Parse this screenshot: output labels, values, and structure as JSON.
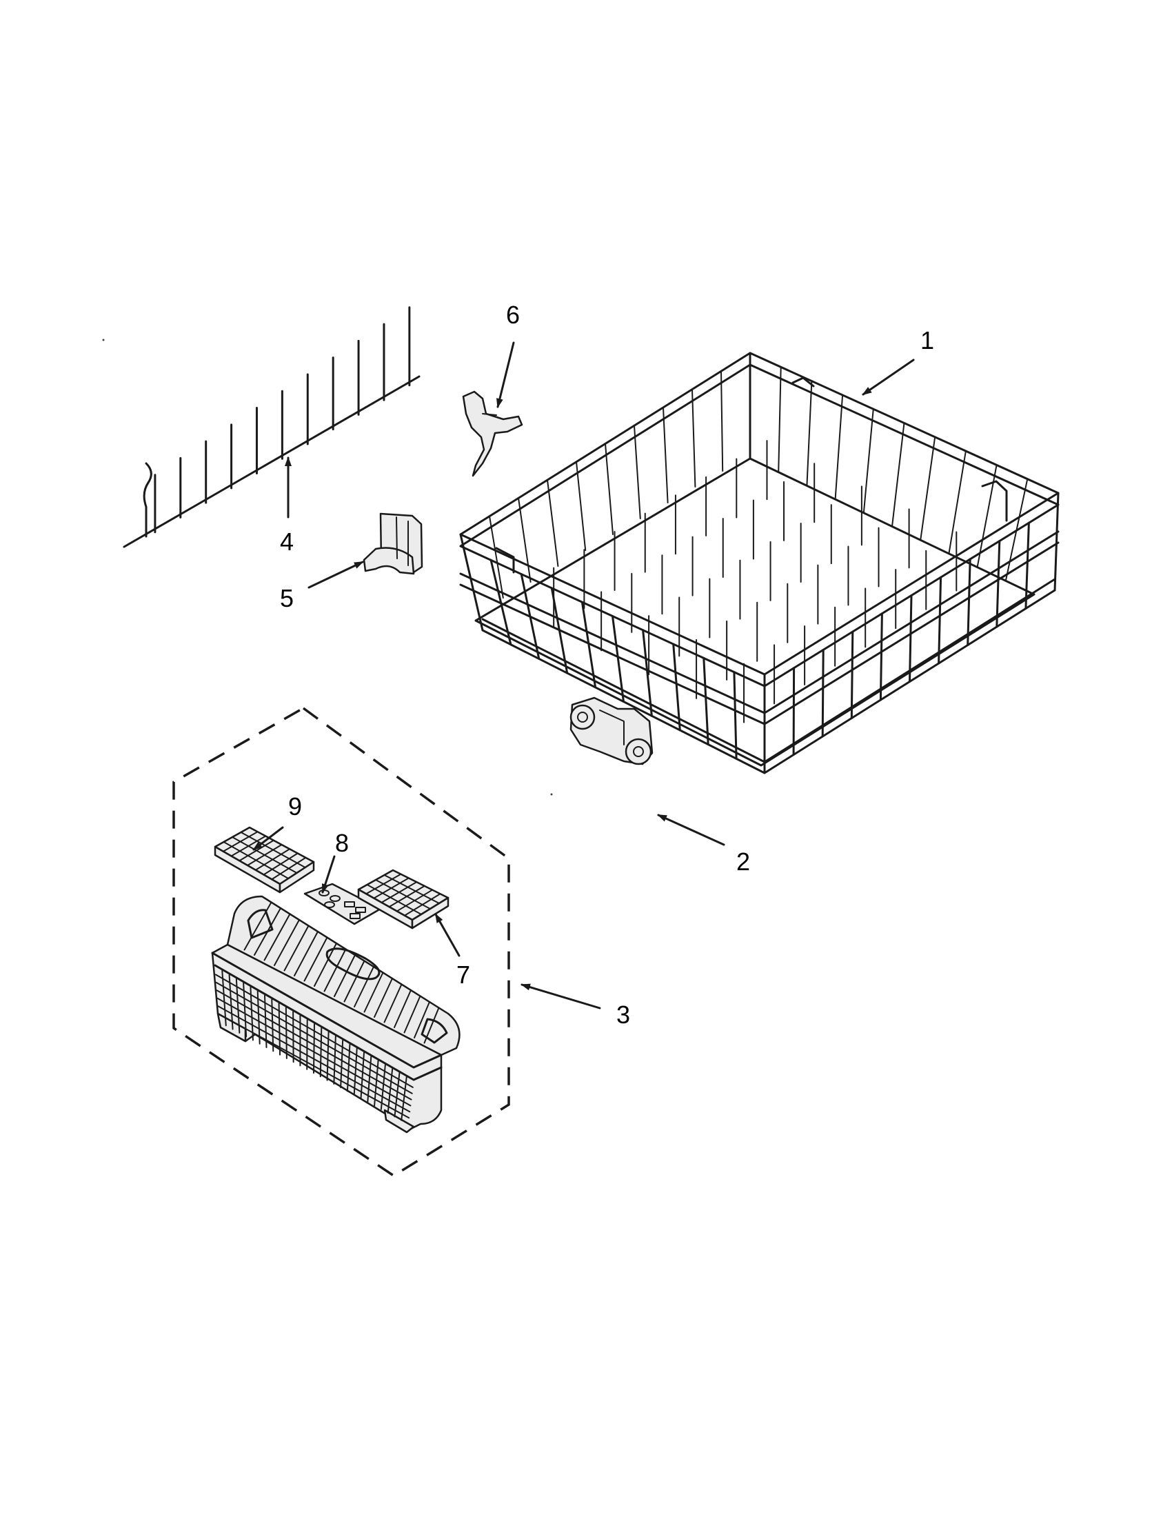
{
  "diagram": {
    "callouts": [
      {
        "id": "1",
        "label": "1"
      },
      {
        "id": "2",
        "label": "2"
      },
      {
        "id": "3",
        "label": "3"
      },
      {
        "id": "4",
        "label": "4"
      },
      {
        "id": "5",
        "label": "5"
      },
      {
        "id": "6",
        "label": "6"
      },
      {
        "id": "7",
        "label": "7"
      },
      {
        "id": "8",
        "label": "8"
      },
      {
        "id": "9",
        "label": "9"
      }
    ],
    "parts": [
      {
        "id": "1",
        "icon": "dishrack-icon"
      },
      {
        "id": "2",
        "icon": "rack-wheel-icon"
      },
      {
        "id": "3",
        "icon": "silverware-basket-icon"
      },
      {
        "id": "4",
        "icon": "tine-row-icon"
      },
      {
        "id": "5",
        "icon": "rack-clip-icon"
      },
      {
        "id": "6",
        "icon": "tine-clip-icon"
      },
      {
        "id": "7",
        "icon": "basket-lid-icon"
      },
      {
        "id": "8",
        "icon": "basket-insert-icon"
      },
      {
        "id": "9",
        "icon": "basket-lid-icon"
      }
    ]
  }
}
